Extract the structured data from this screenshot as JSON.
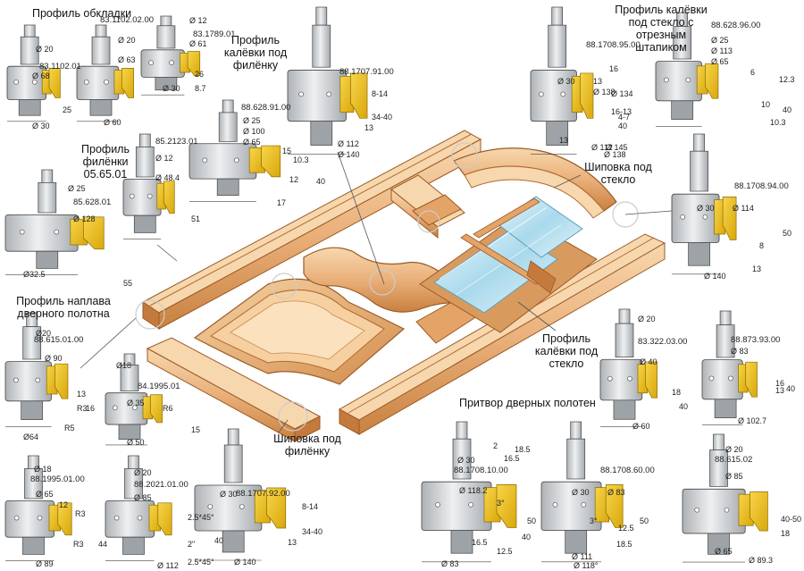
{
  "colors": {
    "wood_light": "#f3cc9a",
    "wood_mid": "#e4a468",
    "wood_dark": "#c57a3d",
    "wood_edge": "#8a4b1e",
    "glass": "#bfe3f0",
    "glass_dark": "#7fc3dc",
    "tool_steel": "#d9dbde",
    "tool_dark": "#9ea3a8",
    "insert_gold": "#f2c21a",
    "line": "#444444"
  },
  "headings": {
    "h1": "Профиль обкладки",
    "h2": "Профиль калёвки под филёнку",
    "h3": "Профиль калёвки под стекло с отрезным штапиком",
    "h4": "Профиль филёнки 05.65.01",
    "h5": "Шиповка под стекло",
    "h6": "Профиль наплава дверного полотна",
    "h7": "Профиль калёвки под стекло",
    "h8": "Притвор дверных полотен",
    "h9": "Шиповка под филёнку"
  },
  "tools": {
    "t1": {
      "codes": [
        "83.1102.01"
      ],
      "dims": [
        "Ø 20",
        "Ø 68",
        "25",
        "Ø 30"
      ]
    },
    "t2": {
      "codes": [
        "83.1102.02.00"
      ],
      "dims": [
        "Ø 20",
        "Ø 63",
        "Ø 60"
      ]
    },
    "t3": {
      "codes": [
        "83.1789.01"
      ],
      "dims": [
        "Ø 12",
        "Ø 61",
        "26",
        "Ø 30",
        "8.7"
      ]
    },
    "t4": {
      "codes": [
        "88.1707.91.00"
      ],
      "dims": [
        "8-14",
        "34-40",
        "13",
        "Ø 112",
        "Ø 140"
      ]
    },
    "t5": {
      "codes": [
        "88.628.91.00"
      ],
      "dims": [
        "Ø 25",
        "Ø 100",
        "Ø 65",
        "15",
        "10.3",
        "12",
        "40",
        "17"
      ]
    },
    "t6": {
      "codes": [
        "88.1708.95.00"
      ],
      "dims": [
        "Ø 30",
        "16",
        "13",
        "Ø 138",
        "Ø 134",
        "16-13",
        "4-7",
        "40",
        "13",
        "Ø 112",
        "Ø 138",
        "Ø 145"
      ]
    },
    "t7": {
      "codes": [
        "88.628.96.00"
      ],
      "dims": [
        "Ø 25",
        "Ø 113",
        "Ø 65",
        "6",
        "12.3",
        "10",
        "40",
        "10.3"
      ]
    },
    "t8": {
      "codes": [
        "85.2123.01"
      ],
      "dims": [
        "Ø 12",
        "Ø 48.4",
        "51"
      ]
    },
    "t9": {
      "codes": [
        "85.628.01"
      ],
      "dims": [
        "Ø 25",
        "Ø 128",
        "Ø32.5",
        "55"
      ]
    },
    "t10": {
      "codes": [
        "88.1708.94.00"
      ],
      "dims": [
        "Ø 30",
        "Ø 114",
        "8",
        "50",
        "13",
        "Ø 140"
      ]
    },
    "t11": {
      "codes": [
        "88.615.01.00"
      ],
      "dims": [
        "Ø20",
        "Ø 90",
        "13",
        "R3",
        "16",
        "Ø64",
        "R5"
      ]
    },
    "t12": {
      "codes": [
        "84.1995.01"
      ],
      "dims": [
        "Ø18",
        "Ø 35",
        "R6",
        "15",
        "Ø 50"
      ]
    },
    "t13": {
      "codes": [
        "83.322.03.00"
      ],
      "dims": [
        "Ø 20",
        "Ø 40",
        "18",
        "40",
        "Ø 60"
      ]
    },
    "t14": {
      "codes": [
        "88.873.93.00"
      ],
      "dims": [
        "Ø 83",
        "16",
        "13",
        "40",
        "Ø 102.7"
      ]
    },
    "t15": {
      "codes": [
        "88.1995.01.00"
      ],
      "dims": [
        "Ø 18",
        "Ø 65",
        "12",
        "R3",
        "R3",
        "44",
        "Ø 89"
      ]
    },
    "t16": {
      "codes": [
        "88.2021.01.00"
      ],
      "dims": [
        "Ø 20",
        "Ø 85",
        "2.5*45°",
        "2\"",
        "40",
        "2.5*45°",
        "Ø 112"
      ]
    },
    "t17": {
      "codes": [
        "88.1707.92.00"
      ],
      "dims": [
        "Ø 30",
        "8-14",
        "34-40",
        "13",
        "Ø 140"
      ]
    },
    "t18": {
      "codes": [
        "88.1708.10.00"
      ],
      "dims": [
        "Ø 30",
        "2",
        "16.5",
        "18.5",
        "Ø 118.2",
        "3°",
        "50",
        "16.5",
        "40",
        "12.5",
        "Ø 83"
      ]
    },
    "t19": {
      "codes": [
        "88.1708.60.00"
      ],
      "dims": [
        "Ø 30",
        "Ø 83",
        "3°",
        "12.5",
        "50",
        "18.5",
        "Ø 111",
        "Ø 118°"
      ]
    },
    "t20": {
      "codes": [
        "88.615.02"
      ],
      "dims": [
        "Ø 20",
        "Ø 85",
        "40-50",
        "18",
        "Ø 65",
        "Ø 89.3"
      ]
    }
  }
}
